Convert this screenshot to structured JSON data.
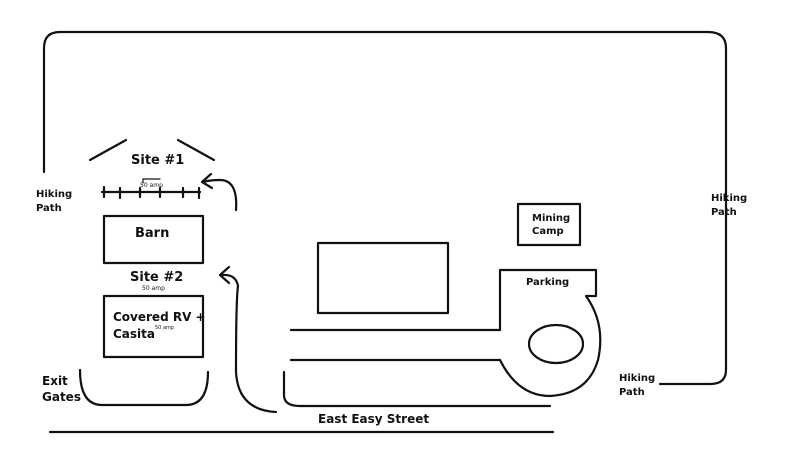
{
  "labels": {
    "site1": "Site #1",
    "site1_amp": "50 amp",
    "site2": "Site #2",
    "site2_amp": "50 amp",
    "barn": "Barn",
    "covered_rv_line1": "Covered RV +",
    "covered_rv_line2": "Casita",
    "casita_amp": "50 amp",
    "exit_line1": "Exit",
    "exit_line2": "Gates",
    "street": "East Easy Street",
    "mining_line1": "Mining",
    "mining_line2": "Camp",
    "parking": "Parking",
    "hiking_left_line1": "Hiking",
    "hiking_left_line2": "Path",
    "hiking_right_line1": "Hiking",
    "hiking_right_line2": "Path",
    "hiking_bottom_line1": "Hiking",
    "hiking_bottom_line2": "Path"
  },
  "colors": {
    "ink": "#111111",
    "background": "#ffffff"
  }
}
